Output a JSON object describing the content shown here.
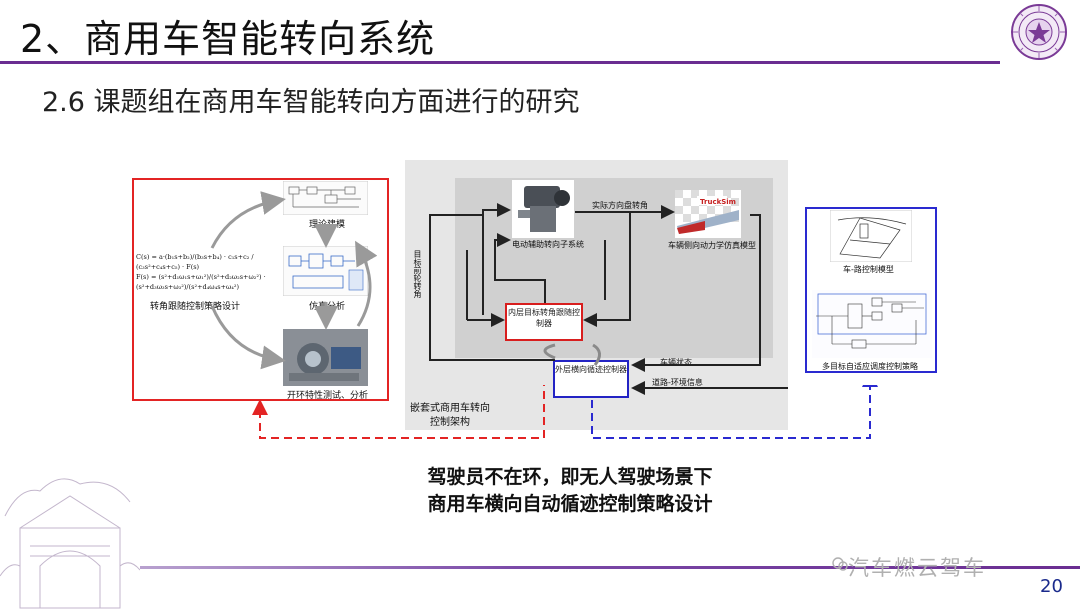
{
  "header": {
    "title": "2、商用车智能转向系统",
    "subtitle": "2.6 课题组在商用车智能转向方面进行的研究"
  },
  "left_panel": {
    "theory_label": "理论建模",
    "equation_label": "转角跟随控制策略设计",
    "sim_label": "仿真分析",
    "test_label": "开环特性测试、分析",
    "equation_1": "C(s) = a·(b₁s+b₂)/(b₃s+b₄) · c₁s+c₂ / (c₃s²+c₄s+c₅) · F(s)",
    "equation_2": "F(s) = (s²+d₁ω₁s+ω₁²)/(s²+d₂ω₂s+ω₂²) · (s²+d₃ω₃s+ω₃²)/(s²+d₄ω₄s+ω₄²)"
  },
  "center_panel": {
    "ehps_label": "电动辅助转向子系统",
    "actual_angle_label": "实际方向盘转角",
    "vehicle_model_label": "车辆侧向动力学仿真模型",
    "target_angle_label": "目标前轮转角",
    "inner_ctrl_label": "内层目标转角跟随控制器",
    "outer_ctrl_label": "外层横向循迹控制器",
    "vehicle_state_label": "车辆状态",
    "road_env_label": "道路-环境信息",
    "arch_label": "嵌套式商用车转向控制架构",
    "truck_brand": "TruckSim"
  },
  "right_panel": {
    "model_label": "车-路控制模型",
    "strategy_label": "多目标自适应调度控制策略"
  },
  "bottom_text": {
    "line1": "驾驶员不在环，即无人驾驶场景下",
    "line2": "商用车横向自动循迹控制策略设计"
  },
  "footer": {
    "watermark": "汽车燃云驾车",
    "page": "20"
  },
  "colors": {
    "accent_purple": "#6a2d91",
    "red": "#e32424",
    "blue": "#2a2ad0"
  }
}
